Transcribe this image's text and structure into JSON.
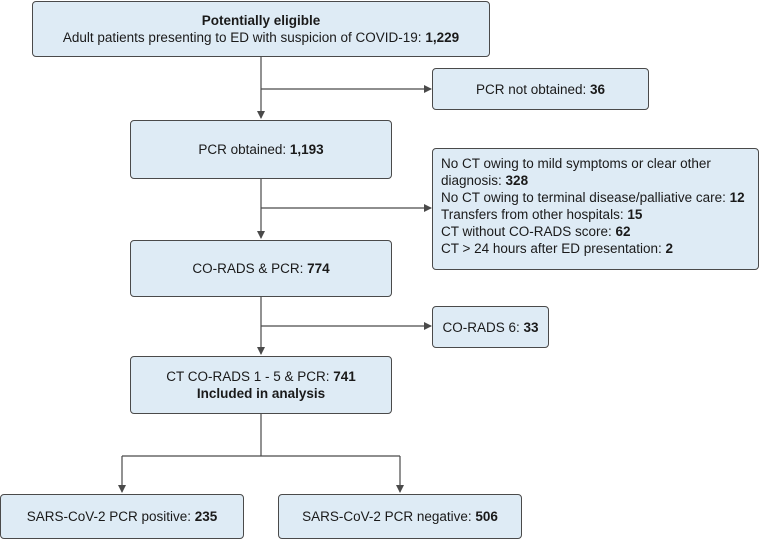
{
  "boxes": {
    "eligible": {
      "title": "Potentially eligible",
      "text": "Adult patients presenting to ED with suspicion of COVID-19: ",
      "count": "1,229"
    },
    "pcr_not_obtained": {
      "text": "PCR not obtained: ",
      "count": "36"
    },
    "pcr_obtained": {
      "text": "PCR obtained: ",
      "count": "1,193"
    },
    "exclusions": {
      "items": [
        {
          "text": "No CT owing to mild symptoms or clear other diagnosis: ",
          "count": "328"
        },
        {
          "text": "No CT owing to terminal disease/palliative care: ",
          "count": "12"
        },
        {
          "text": "Transfers from other hospitals: ",
          "count": "15"
        },
        {
          "text": "CT without CO-RADS score: ",
          "count": "62"
        },
        {
          "text": "CT > 24 hours after ED presentation: ",
          "count": "2"
        }
      ]
    },
    "corads_pcr": {
      "text": "CO-RADS & PCR: ",
      "count": "774"
    },
    "corads6": {
      "text": "CO-RADS 6: ",
      "count": "33"
    },
    "included": {
      "text": "CT CO-RADS 1 - 5 & PCR: ",
      "count": "741",
      "note": "Included in analysis"
    },
    "positive": {
      "text": "SARS-CoV-2 PCR positive: ",
      "count": "235"
    },
    "negative": {
      "text": "SARS-CoV-2 PCR negative: ",
      "count": "506"
    }
  },
  "colors": {
    "box_fill": "#deebf5",
    "box_border": "#4a4a4a",
    "line": "#4a4a4a"
  }
}
